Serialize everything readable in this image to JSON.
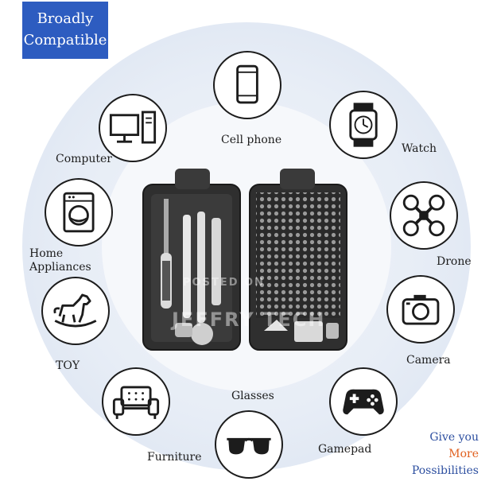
{
  "badge": {
    "line1": "Broadly",
    "line2": "Compatible",
    "color": "#2d5cc0"
  },
  "devices": {
    "cell_phone": "Cell phone",
    "watch": "Watch",
    "computer": "Computer",
    "drone": "Drone",
    "home_appliances_1": "Home",
    "home_appliances_2": "Appliances",
    "camera": "Camera",
    "toy": "TOY",
    "glasses": "Glasses",
    "gamepad": "Gamepad",
    "furniture": "Furniture"
  },
  "slogan": {
    "line1": "Give you",
    "line2": "More",
    "line3": "Possibilities",
    "color_main": "#2d4fa0",
    "color_accent": "#e0601f"
  },
  "watermark": {
    "line1": "POSTED ON",
    "line2": "JEFFRY TECH"
  }
}
